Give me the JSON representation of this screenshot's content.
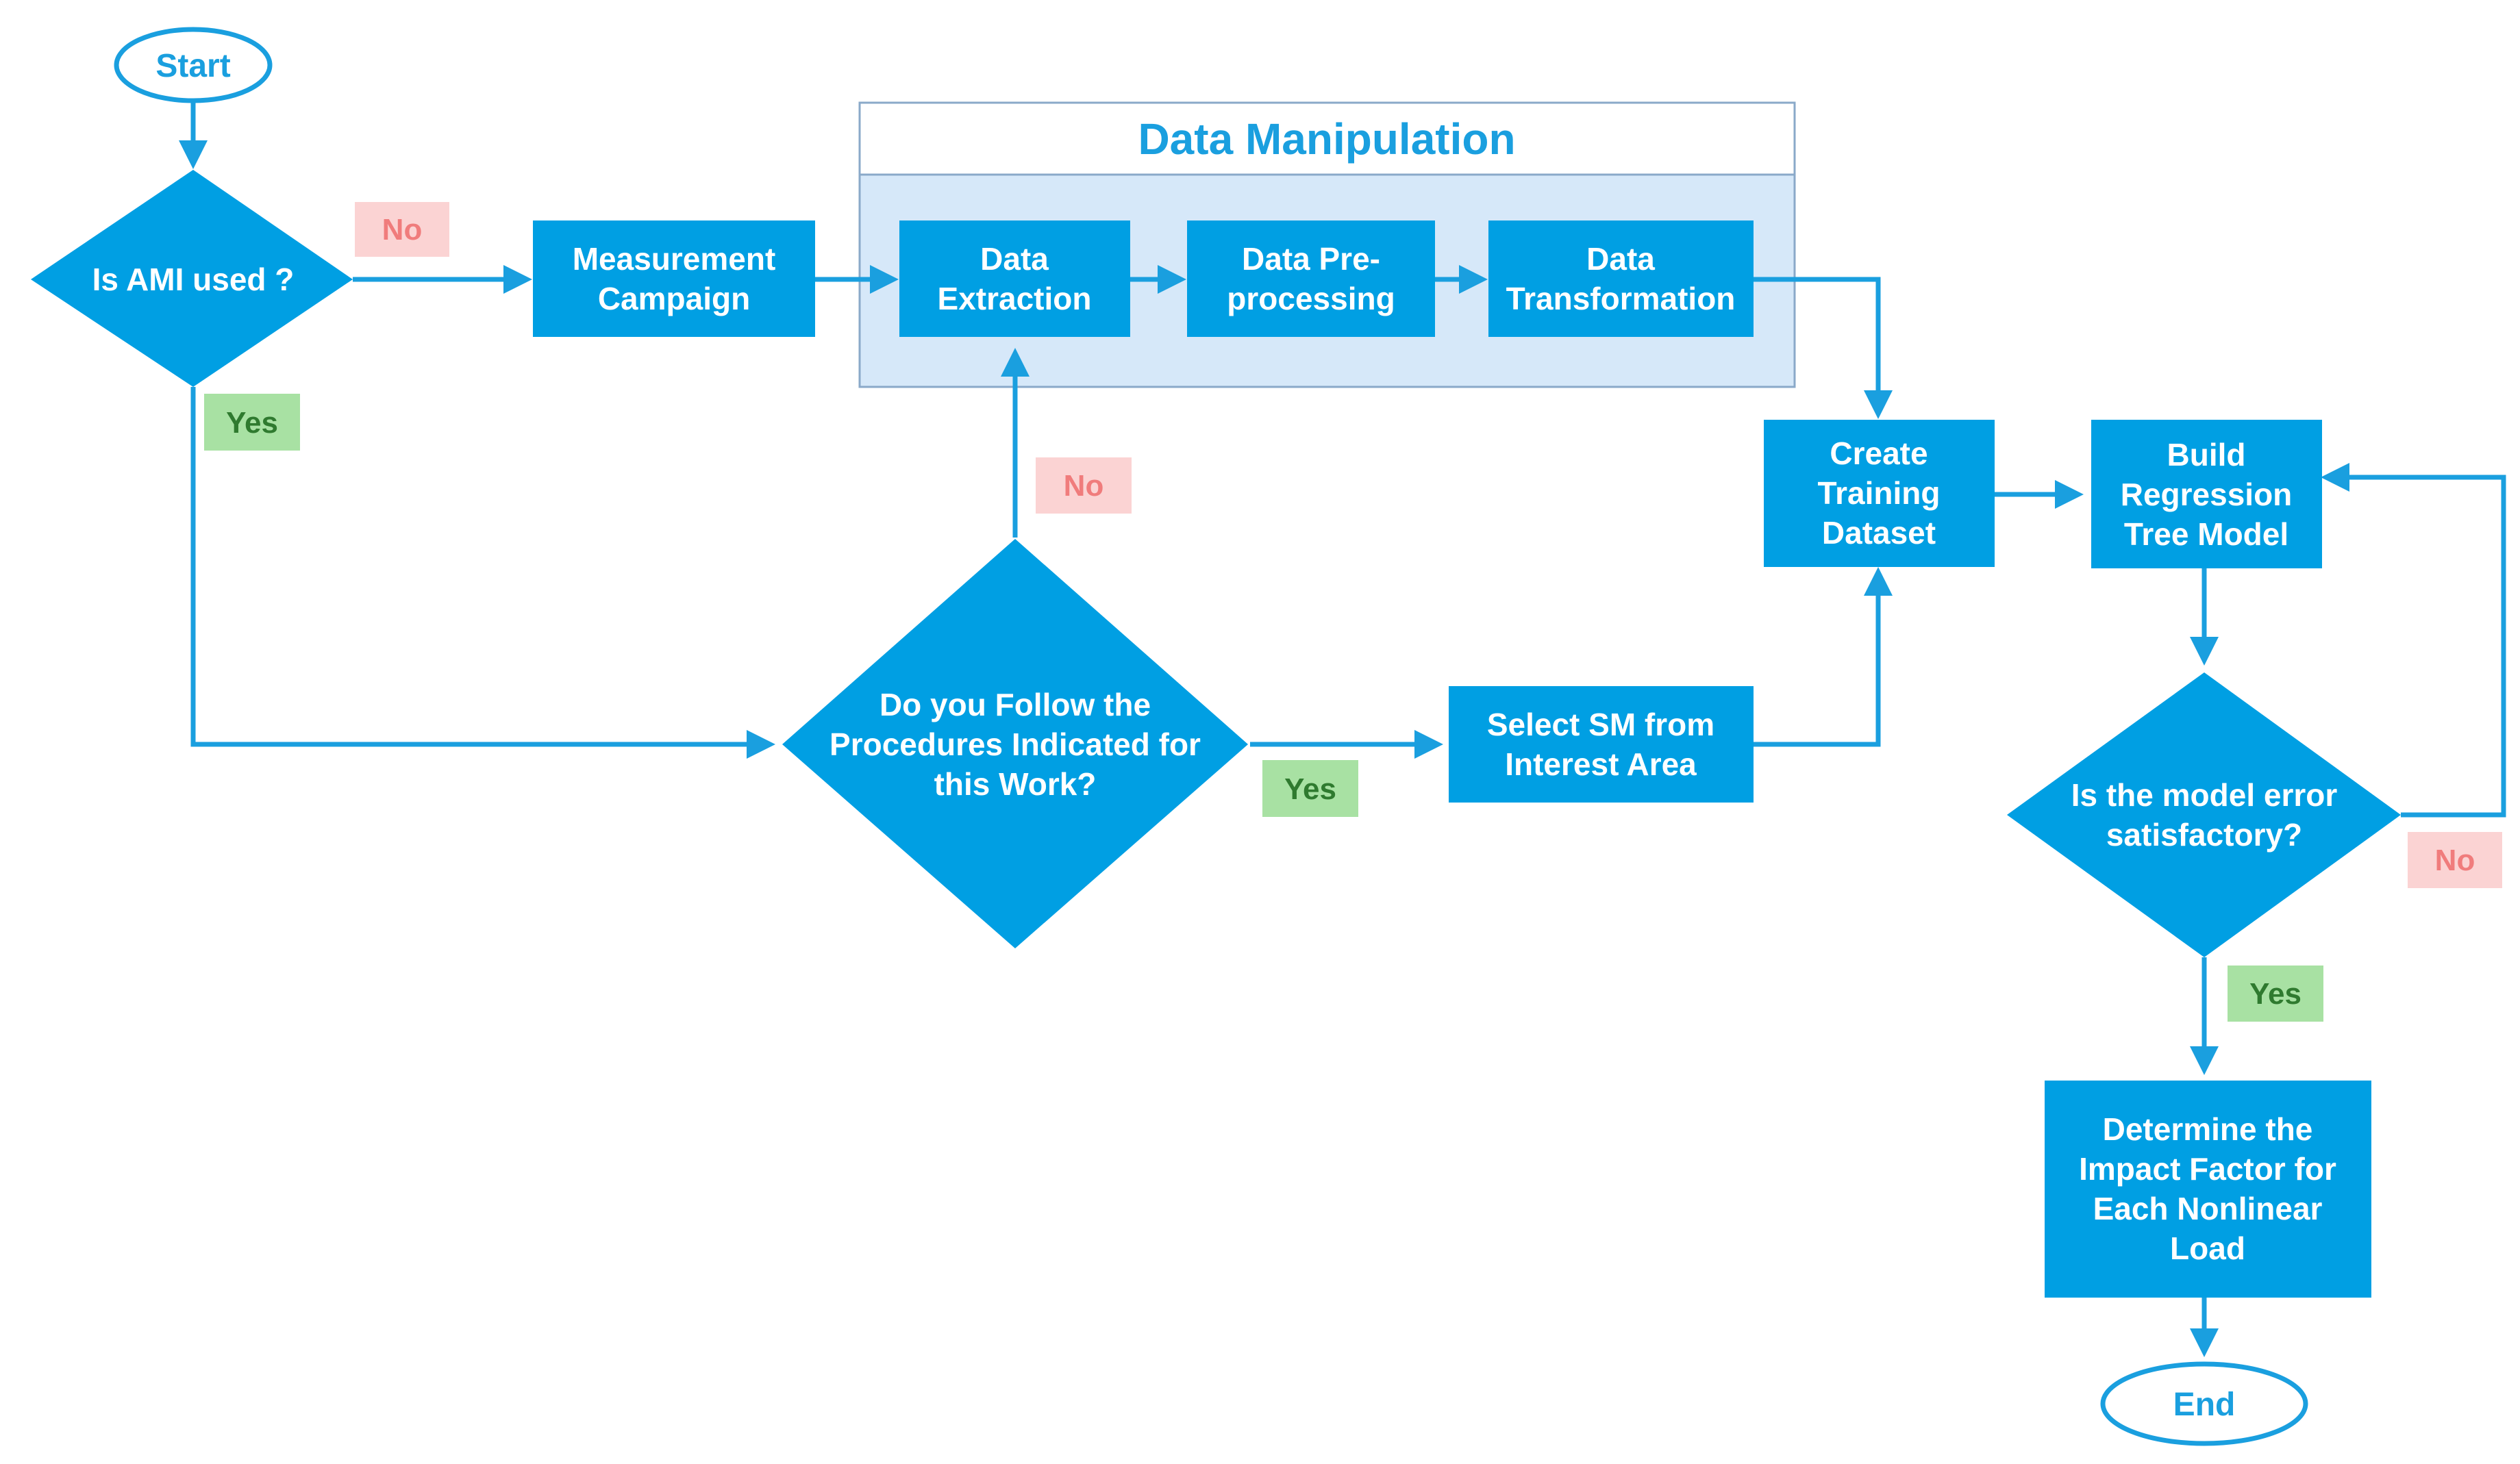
{
  "colors": {
    "node_fill": "#009fe3",
    "edge": "#1a9fdf",
    "group_fill": "#d6e8f9",
    "group_border": "#8aa9c9",
    "no_fill": "#fbd3d3",
    "no_text": "#f07c7c",
    "yes_fill": "#a8e1a3",
    "yes_text": "#2f7a2f"
  },
  "group": {
    "title": "Data Manipulation"
  },
  "nodes": {
    "start": "Start",
    "end": "End",
    "ami_decision": [
      "Is AMI used ?"
    ],
    "measurement": [
      "Measurement",
      "Campaign"
    ],
    "extraction": [
      "Data",
      "Extraction"
    ],
    "preprocessing": [
      "Data Pre-",
      "processing"
    ],
    "transformation": [
      "Data",
      "Transformation"
    ],
    "procedures_decision": [
      "Do you Follow the",
      "Procedures Indicated for",
      "this Work?"
    ],
    "select_sm": [
      "Select SM from",
      "Interest Area"
    ],
    "training": [
      "Create",
      "Training",
      "Dataset"
    ],
    "build_model": [
      "Build",
      "Regression",
      "Tree Model"
    ],
    "error_decision": [
      "Is the model error",
      "satisfactory?"
    ],
    "impact": [
      "Determine the",
      "Impact Factor for",
      "Each Nonlinear",
      "Load"
    ]
  },
  "labels": {
    "ami_no": "No",
    "ami_yes": "Yes",
    "procedures_no": "No",
    "procedures_yes": "Yes",
    "error_no": "No",
    "error_yes": "Yes"
  }
}
